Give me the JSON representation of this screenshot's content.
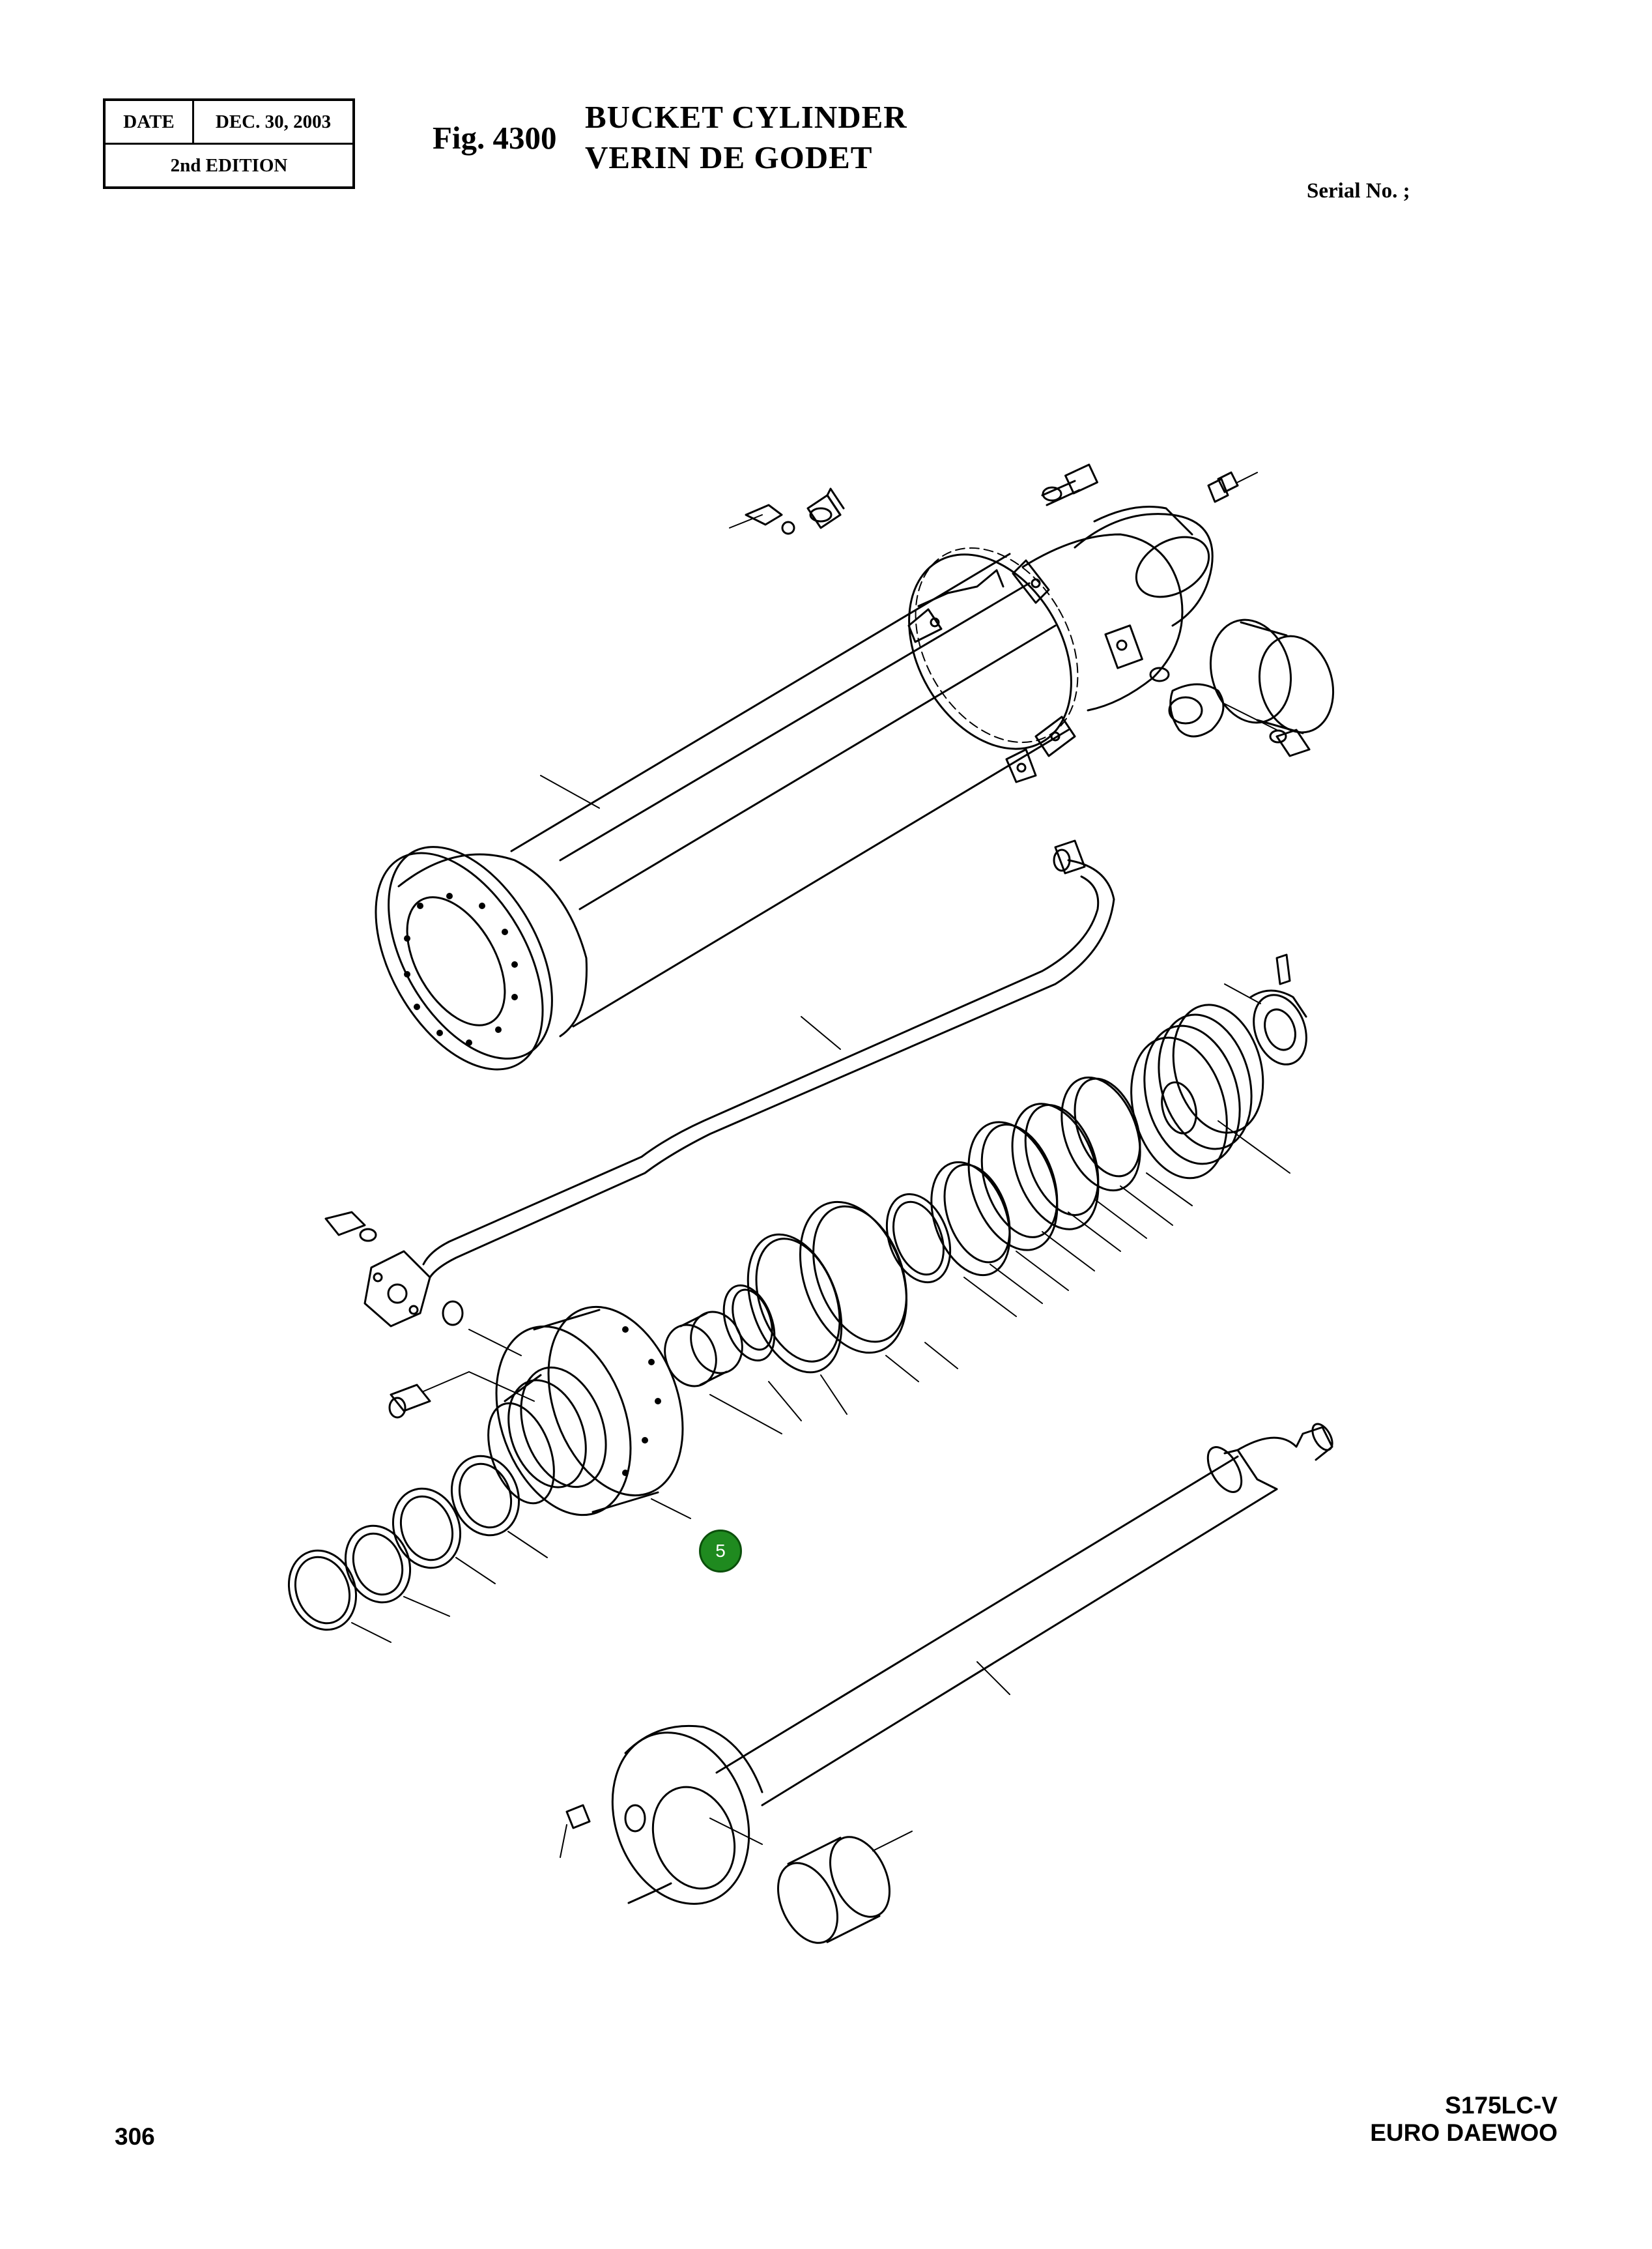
{
  "header": {
    "date_label": "DATE",
    "date_value": "DEC. 30,  2003",
    "edition": "2nd EDITION"
  },
  "figure": {
    "number": "Fig. 4300",
    "title_en": "BUCKET CYLINDER",
    "title_fr": "VERIN DE GODET"
  },
  "serial_label": "Serial No. ;",
  "callout": {
    "label": "5",
    "color": "#1f8a1f"
  },
  "footer": {
    "page_number": "306",
    "model": "S175LC-V",
    "brand": "EURO DAEWOO"
  }
}
